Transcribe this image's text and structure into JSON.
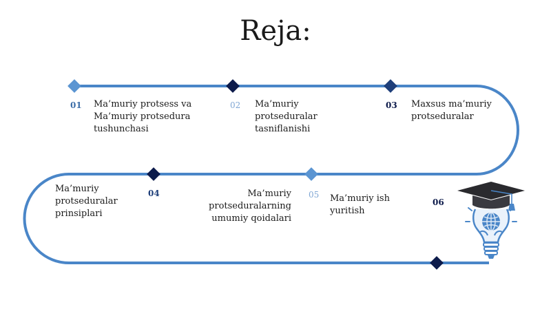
{
  "slide": {
    "title": "Reja:",
    "steps": [
      {
        "number": "01",
        "label": "Ma’muriy protsess va\nMa’muriy protsedura\ntushunchasi"
      },
      {
        "number": "02",
        "label": "Ma’muriy\nprotseduralar\ntasniflanishi"
      },
      {
        "number": "03",
        "label": "Maxsus ma’muriy\nprotseduralar"
      },
      {
        "number": "04",
        "label": "Ma’muriy\nprotseduralar\nprinsiplari"
      },
      {
        "number": "05",
        "label": "Ma’muriy\nprotseduralarning\numumiy qoidalari"
      },
      {
        "number": "06",
        "label": "Ma’muriy ish\nyuritish"
      }
    ],
    "colors": {
      "path": "#4a86c8",
      "light_marker": "#5b95d2",
      "dark_marker": "#0d1b4b",
      "mid_marker": "#1f3f7a"
    },
    "icon": "graduation-cap-lightbulb-icon"
  }
}
